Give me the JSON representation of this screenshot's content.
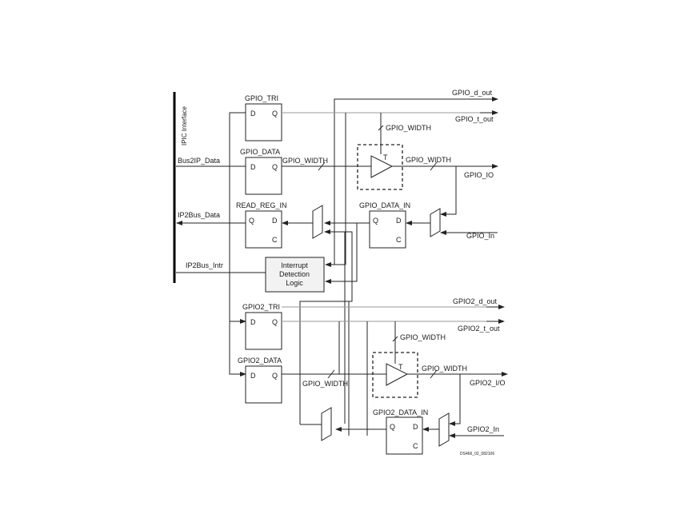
{
  "interface": {
    "bus_title": "IPIC Interface"
  },
  "signals": {
    "bus2ip_data": "Bus2IP_Data",
    "ip2bus_data": "IP2Bus_Data",
    "ip2bus_intr": "IP2Bus_Intr",
    "gpio_d_out": "GPIO_d_out",
    "gpio_t_out": "GPIO_t_out",
    "gpio_io": "GPIO_IO",
    "gpio_in": "GPIO_In",
    "gpio2_d_out": "GPIO2_d_out",
    "gpio2_t_out": "GPIO2_t_out",
    "gpio2_io": "GPIO2_I/O",
    "gpio2_in": "GPIO2_In"
  },
  "width_labels": {
    "ch1_data_bus": "GPIO_WIDTH",
    "ch1_tristate": "GPIO_WIDTH",
    "ch1_output": "GPIO_WIDTH",
    "ch2_data_bus": "GPIO_WIDTH",
    "ch2_tristate": "GPIO_WIDTH",
    "ch2_output": "GPIO_WIDTH"
  },
  "registers": {
    "gpio_tri": {
      "name": "GPIO_TRI",
      "d": "D",
      "q": "Q"
    },
    "gpio_data": {
      "name": "GPIO_DATA",
      "d": "D",
      "q": "Q"
    },
    "read_reg_in": {
      "name": "READ_REG_IN",
      "q": "Q",
      "d": "D",
      "c": "C"
    },
    "gpio_data_in": {
      "name": "GPIO_DATA_IN",
      "q": "Q",
      "d": "D",
      "c": "C"
    },
    "gpio2_tri": {
      "name": "GPIO2_TRI",
      "d": "D",
      "q": "Q"
    },
    "gpio2_data": {
      "name": "GPIO2_DATA",
      "d": "D",
      "q": "Q"
    },
    "gpio2_data_in": {
      "name": "GPIO2_DATA_IN",
      "q": "Q",
      "d": "D",
      "c": "C"
    }
  },
  "buffers": {
    "ch1_t": "T",
    "ch2_t": "T"
  },
  "interrupt_logic": {
    "line1": "Interrupt",
    "line2": "Detection",
    "line3": "Logic"
  },
  "figure_id": "DS466_02_082106"
}
